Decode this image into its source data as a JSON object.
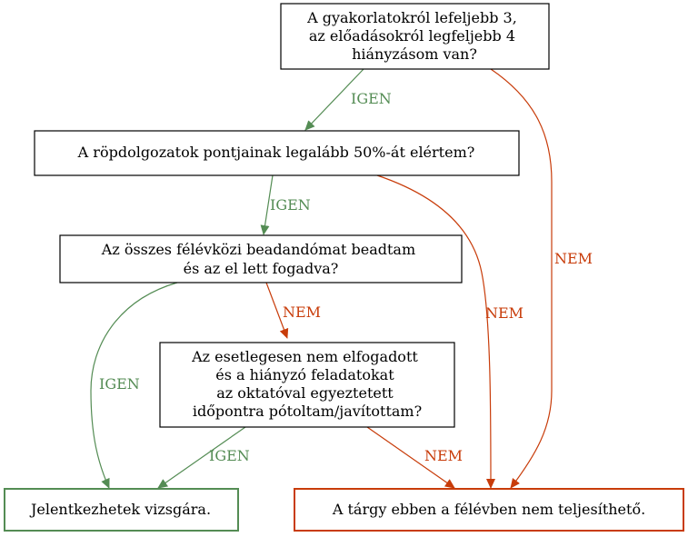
{
  "colors": {
    "yes": "#548c54",
    "no": "#c83c0a",
    "border": "#000000",
    "text": "#000000"
  },
  "nodes": {
    "q1": [
      "A gyakorlatokról lefeljebb 3,",
      "az előadásokról legfeljebb 4",
      "hiányzásom van?"
    ],
    "q2": [
      "A röpdolgozatok pontjainak legalább 50%-át elértem?"
    ],
    "q3": [
      "Az összes félévközi beadandómat beadtam",
      "és az el lett fogadva?"
    ],
    "q4": [
      "Az esetlegesen nem elfogadott",
      "és a hiányzó feladatokat",
      "az oktatóval egyeztetett",
      "időpontra pótoltam/javítottam?"
    ],
    "ok": [
      "Jelentkezhetek vizsgára."
    ],
    "fail": [
      "A tárgy ebben a félévben nem teljesíthető."
    ]
  },
  "edges": {
    "q1_q2": "IGEN",
    "q1_fail": "NEM",
    "q2_q3": "IGEN",
    "q2_fail": "NEM",
    "q3_ok": "IGEN",
    "q3_q4": "NEM",
    "q4_ok": "IGEN",
    "q4_fail": "NEM"
  }
}
